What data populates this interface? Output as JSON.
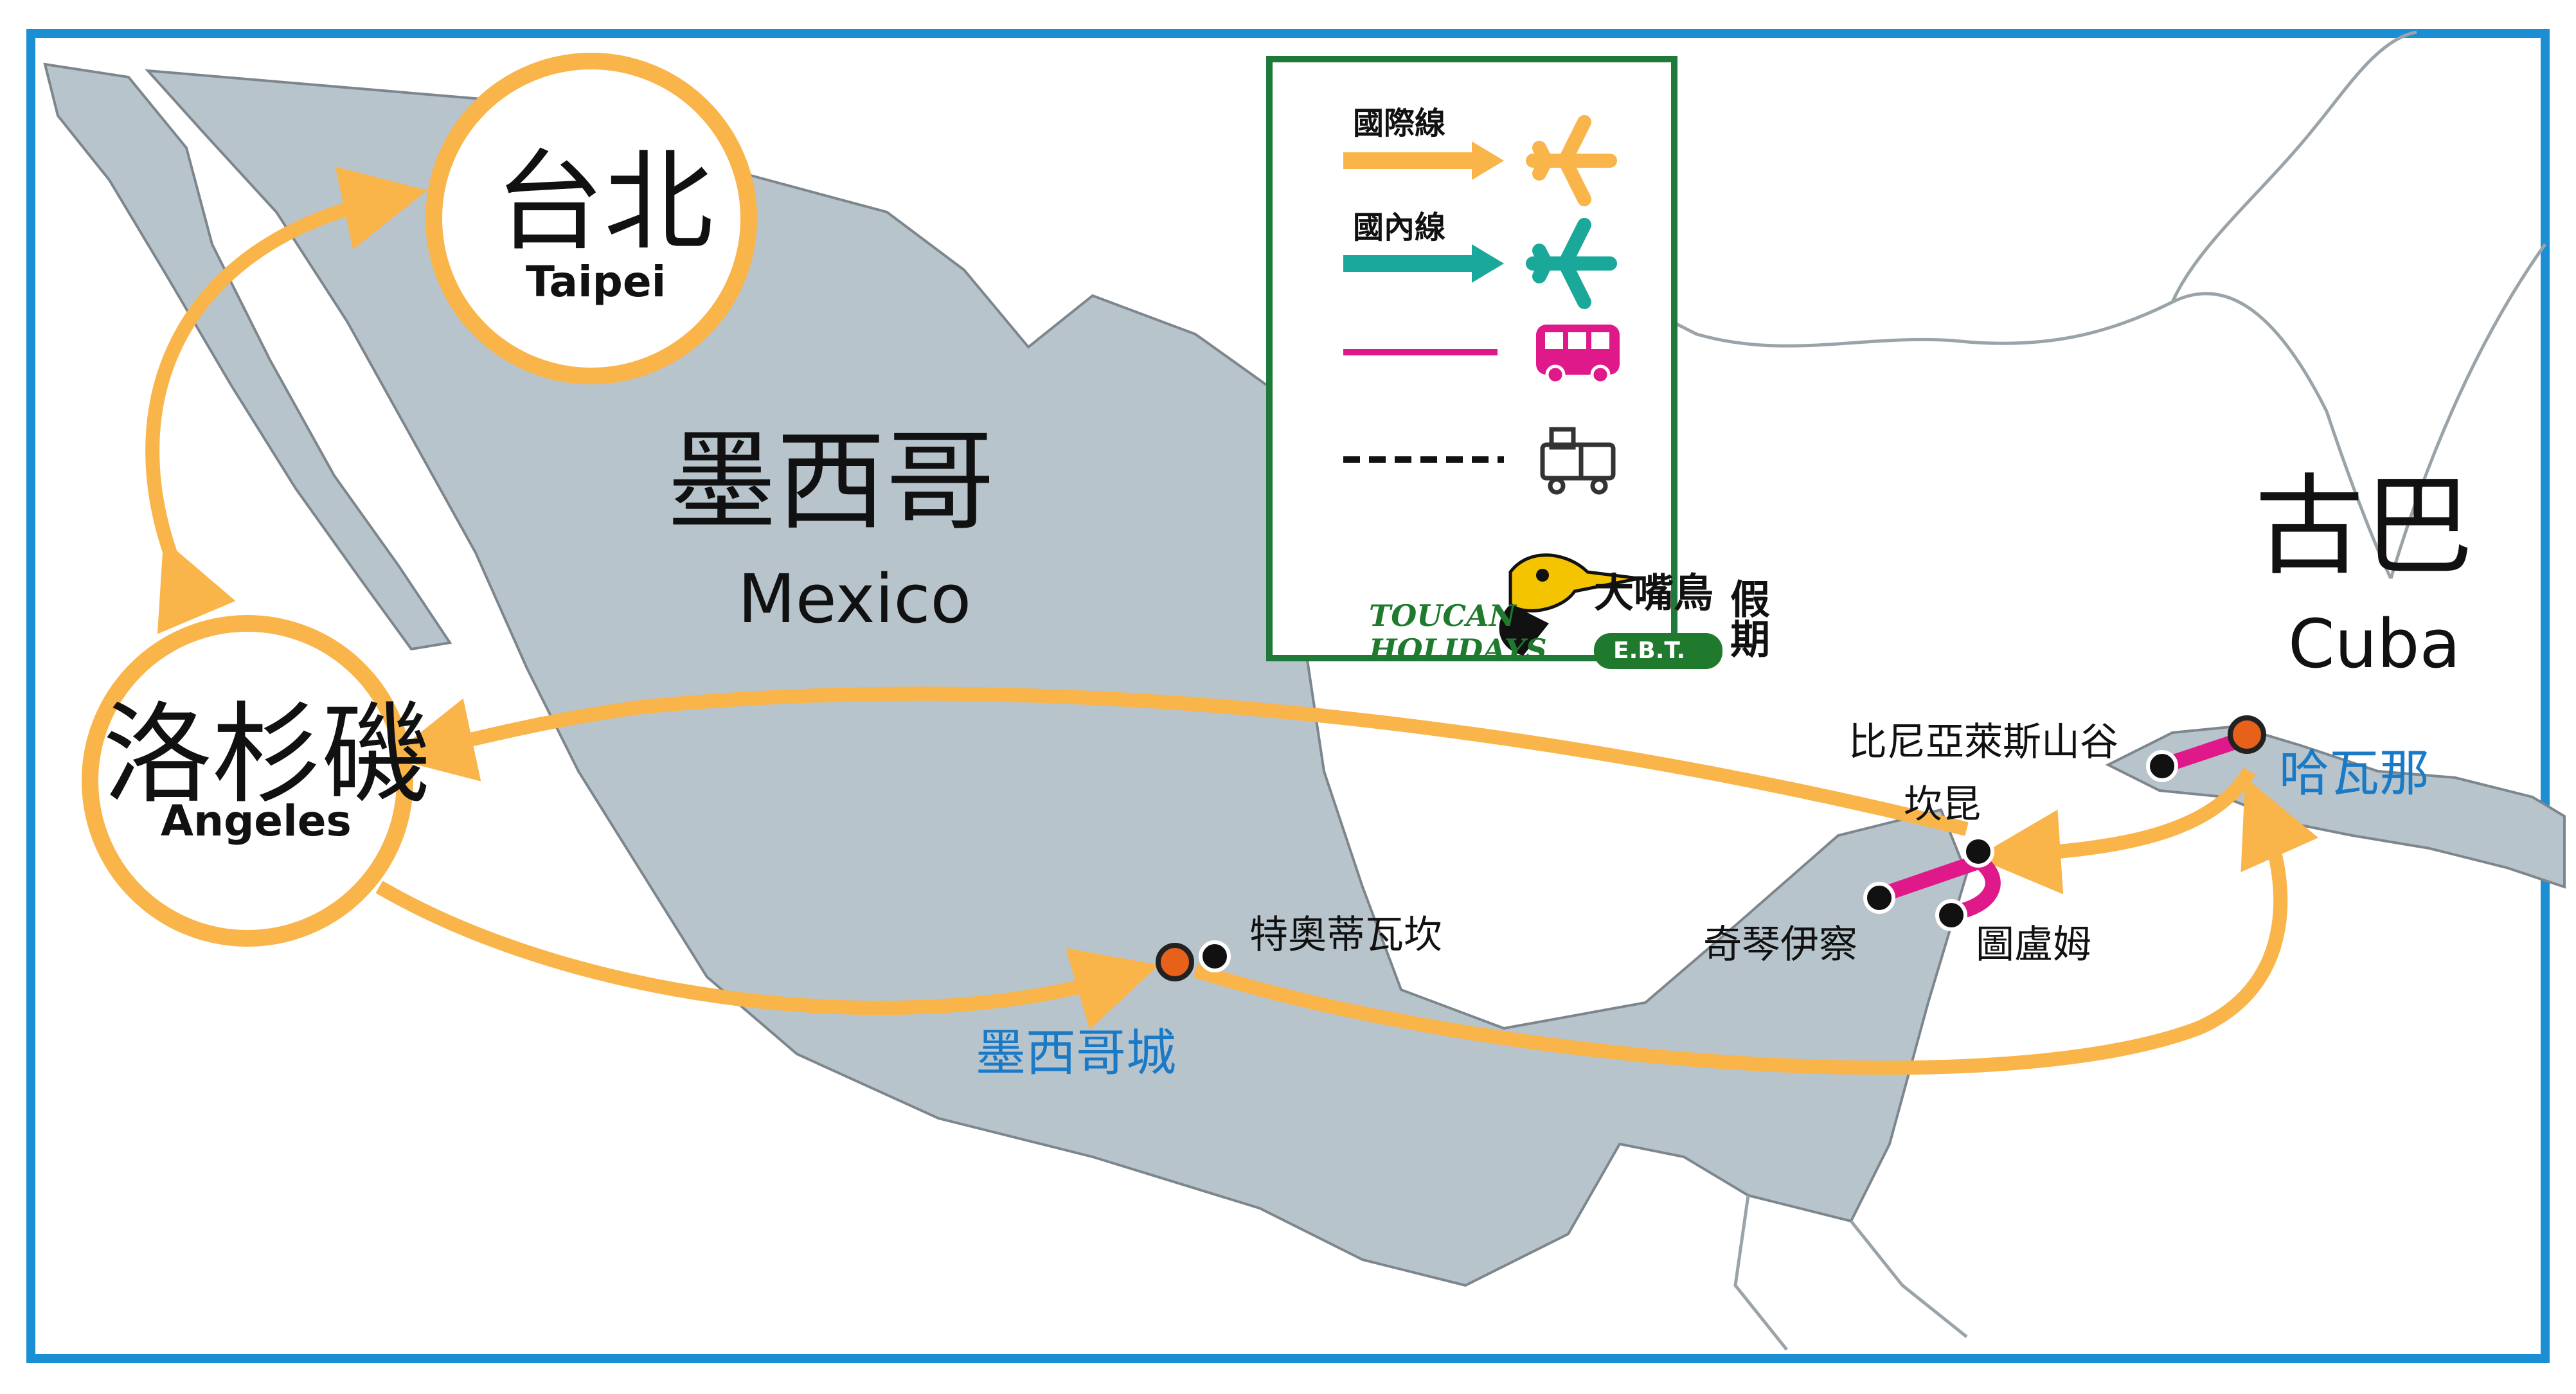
{
  "origins": {
    "taipei": {
      "zh": "台北",
      "en": "Taipei"
    },
    "los_angeles": {
      "zh": "洛杉磯",
      "en": "Angeles"
    }
  },
  "countries": {
    "mexico": {
      "zh": "墨西哥",
      "en": "Mexico"
    },
    "cuba": {
      "zh": "古巴",
      "en": "Cuba"
    }
  },
  "stops": {
    "mexico_city": "墨西哥城",
    "teotihuacan": "特奧蒂瓦坎",
    "vinales": "比尼亞萊斯山谷",
    "cancun": "坎昆",
    "chichen_itza": "奇琴伊察",
    "tulum": "圖盧姆",
    "havana": "哈瓦那"
  },
  "legend": {
    "international": "國際線",
    "domestic": "國內線",
    "bus_icon": "bus-icon",
    "train_icon": "train-icon"
  },
  "brand": {
    "en_line1": "TOUCAN",
    "en_line2": "HOLIDAYS",
    "zh_main": "大嘴鳥",
    "zh_side": "假期",
    "ebt": "E.B.T."
  },
  "colors": {
    "international": "#f9b44a",
    "domestic": "#1aa89a",
    "bus": "#e0198b",
    "land": "#b8c4cc",
    "frame": "#1b8fd4",
    "legend_frame": "#1f7a3a",
    "highlight_stop": "#e8611b",
    "blue_label": "#1a7ac6"
  }
}
